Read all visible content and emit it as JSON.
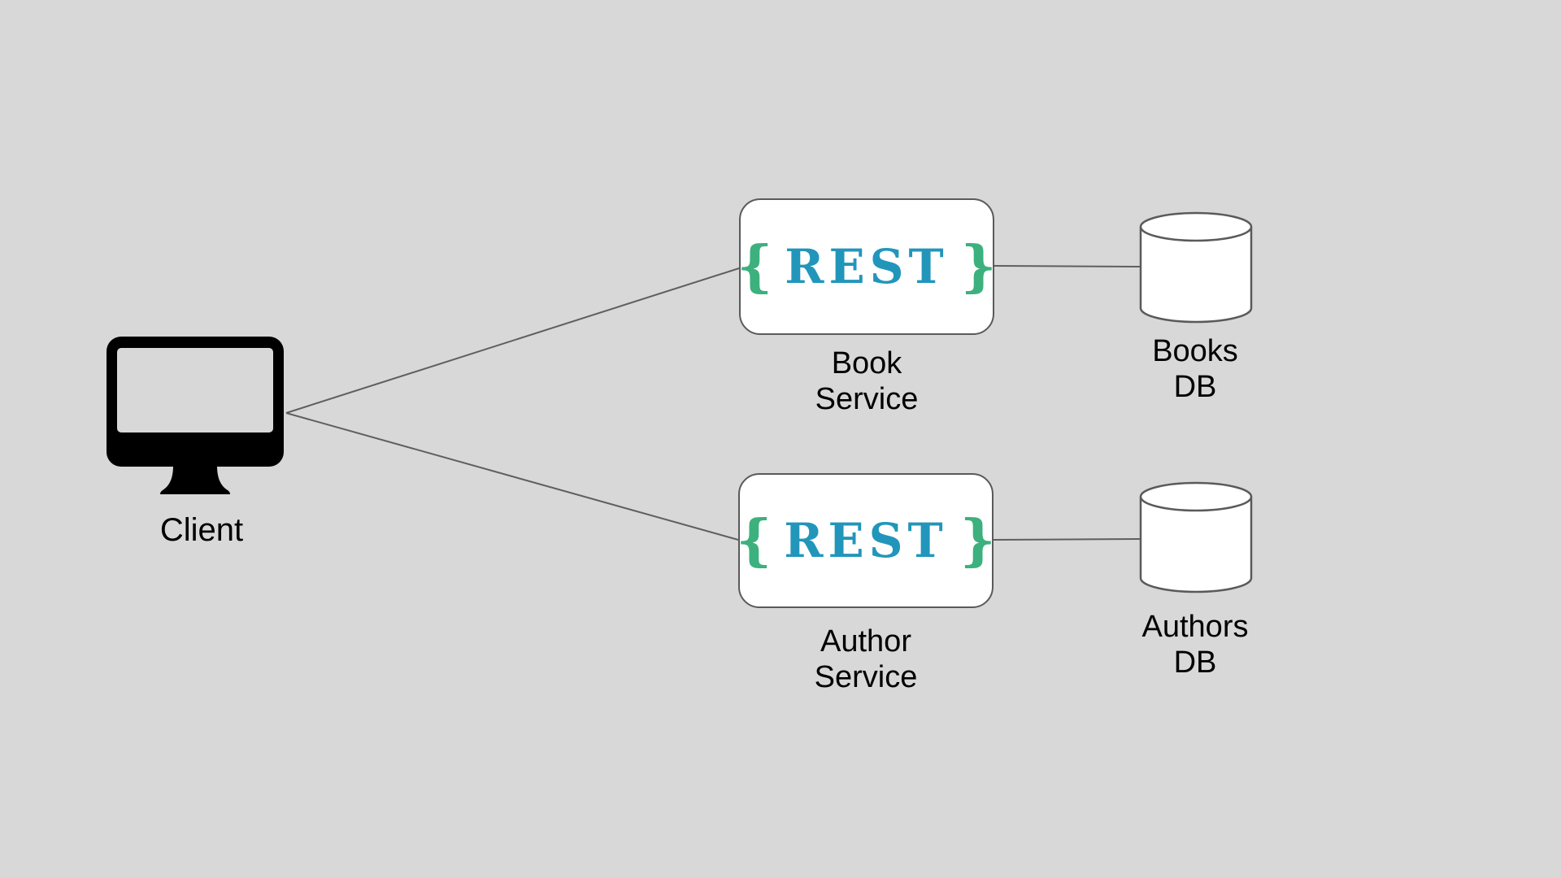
{
  "colors": {
    "background": "#d8d8d8",
    "rest-blue": "#2196ba",
    "brace-green": "#3cb17e",
    "edge-gray": "#5f5f5f",
    "node-border": "#5a5a5a",
    "node-fill": "#ffffff",
    "icon-black": "#000000",
    "label-color": "#000000"
  },
  "client": {
    "label": "Client"
  },
  "nodes": {
    "book_service": {
      "brace_open": "{",
      "title": "REST",
      "brace_close": "}",
      "line1": "Book",
      "line2": "Service"
    },
    "author_service": {
      "brace_open": "{",
      "title": "REST",
      "brace_close": "}",
      "line1": "Author",
      "line2": "Service"
    },
    "books_db": {
      "line1": "Books",
      "line2": "DB"
    },
    "authors_db": {
      "line1": "Authors",
      "line2": "DB"
    }
  },
  "edges": [
    {
      "from": "Client",
      "to": "Book Service"
    },
    {
      "from": "Client",
      "to": "Author Service"
    },
    {
      "from": "Book Service",
      "to": "Books DB"
    },
    {
      "from": "Author Service",
      "to": "Authors DB"
    }
  ]
}
